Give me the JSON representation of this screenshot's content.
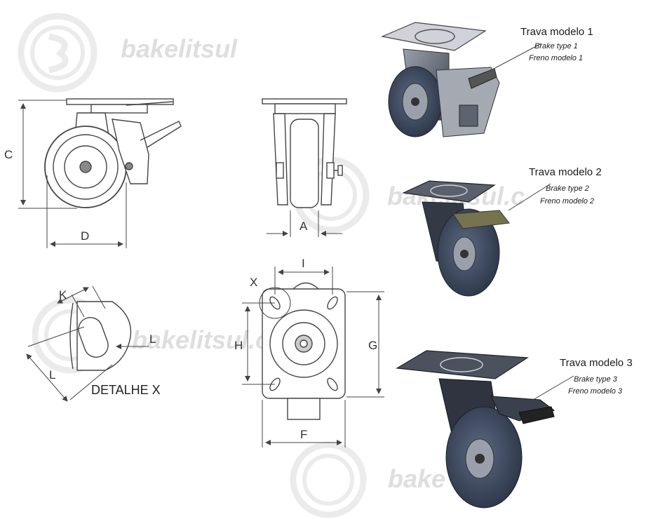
{
  "watermark": {
    "brand": "bakelitsul",
    "brand_url": "bakelitsul.com.br",
    "partial_1": "bakelitsul.c",
    "partial_2": "bake"
  },
  "dimensions": {
    "a": "A",
    "c": "C",
    "d": "D",
    "f": "F",
    "g": "G",
    "h": "H",
    "i": "I",
    "k": "K",
    "l": "L",
    "x": "X"
  },
  "detail_label": "DETALHE X",
  "brakes": [
    {
      "title": "Trava modelo 1",
      "en": "Brake type 1",
      "es": "Freno modelo 1"
    },
    {
      "title": "Trava modelo 2",
      "en": "Brake type 2",
      "es": "Freno modelo 2"
    },
    {
      "title": "Trava modelo 3",
      "en": "Brake type 3",
      "es": "Freno modelo 3"
    }
  ],
  "colors": {
    "line": "#444444",
    "tire": "#3d4a5e",
    "metal_dark": "#2f3440",
    "metal": "#7c8390",
    "brake_accent": "#6e6a4e"
  }
}
